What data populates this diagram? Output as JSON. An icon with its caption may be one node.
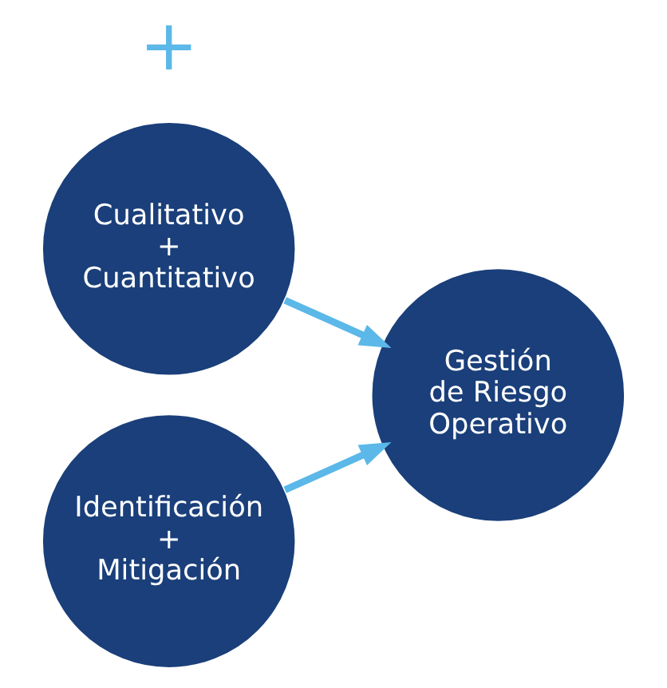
{
  "diagram": {
    "nodes": [
      {
        "text": [
          "Cualitativo + Cuantitativo"
        ]
      },
      {
        "text": [
          "Identificación + Mitigación"
        ]
      },
      {
        "text": [
          "Gestión de Riesgo Operativo"
        ]
      }
    ],
    "edges": [
      {
        "from": 0,
        "to": 2,
        "arrow": "to",
        "color": "#5bb8e8"
      },
      {
        "from": 1,
        "to": 2,
        "arrow": "to",
        "color": "#5bb8e8"
      }
    ],
    "labels": [
      "+"
    ]
  }
}
